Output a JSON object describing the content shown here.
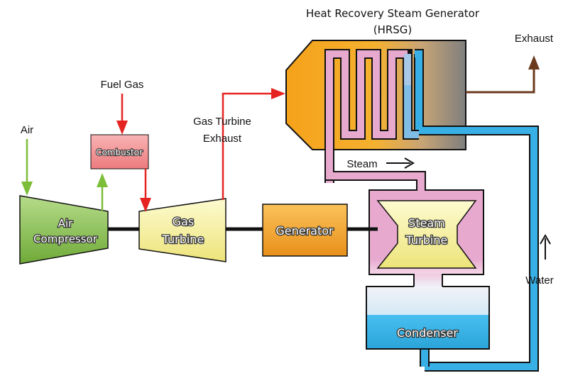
{
  "labels": {
    "hrsg_line1": "Heat Recovery Steam Generator",
    "hrsg_line2": "(HRSG)",
    "exhaust": "Exhaust",
    "fuel_gas": "Fuel Gas",
    "air": "Air",
    "combustor": "Combustor",
    "gt_exhaust_line1": "Gas Turbine",
    "gt_exhaust_line2": "Exhaust",
    "steam": "Steam",
    "air_compressor_line1": "Air",
    "air_compressor_line2": "Compressor",
    "gas_turbine_line1": "Gas",
    "gas_turbine_line2": "Turbine",
    "generator": "Generator",
    "steam_turbine_line1": "Steam",
    "steam_turbine_line2": "Turbine",
    "water": "Water",
    "condenser": "Condenser"
  },
  "colors": {
    "air": "#7cbd3a",
    "gas_flow": "#e52421",
    "exhaust_flow": "#6b3a1e",
    "steam_pipe": "#e8a9cf",
    "water_pipe": "#39b0e5",
    "hrsg_hot": "#f5a623",
    "hrsg_cool": "#808080",
    "combustor": "#f08a8c",
    "compressor": "#8fc45a",
    "turbine": "#f2ec8c",
    "generator": "#f5a623",
    "condenser_water": "#3bb0e0"
  }
}
